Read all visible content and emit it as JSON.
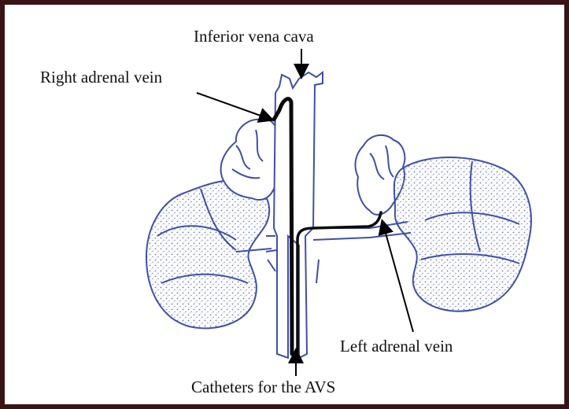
{
  "labels": {
    "inferior_vena_cava": "Inferior vena cava",
    "right_adrenal_vein": "Right adrenal vein",
    "left_adrenal_vein": "Left adrenal vein",
    "catheters": "Catheters for the AVS"
  },
  "colors": {
    "frame": "#3a1414",
    "drawing_blue": "#3f4fa8",
    "stipple_blue": "#6a78c4",
    "catheter": "#0b0b0b",
    "arrow": "#000000"
  }
}
